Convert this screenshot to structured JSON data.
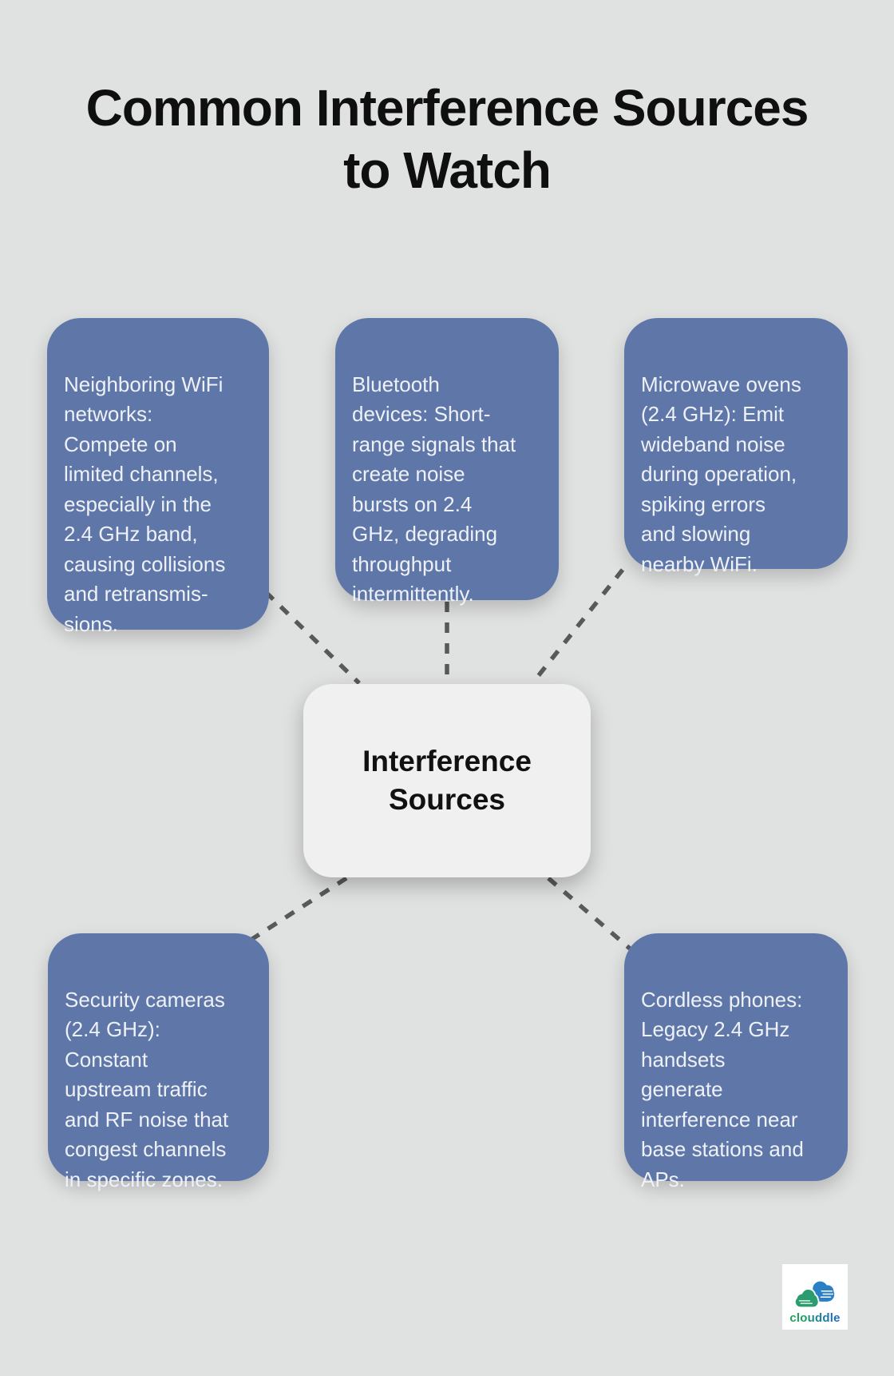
{
  "title": "Common Interference Sources\nto Watch",
  "center": {
    "label": "Interference\nSources"
  },
  "sources": [
    {
      "id": "neighboring-wifi-networks",
      "text": "Neighboring WiFi\nnetworks:\nCompete on\nlimited channels,\nespecially in the\n2.4 GHz band,\ncausing collisions\nand retransmis-\nsions."
    },
    {
      "id": "bluetooth-devices",
      "text": "Bluetooth\ndevices: Short-\nrange signals that\ncreate noise\nbursts on 2.4\nGHz, degrading\nthroughput\nintermittently."
    },
    {
      "id": "microwave-ovens",
      "text": "Microwave ovens\n(2.4 GHz): Emit\nwideband noise\nduring operation,\nspiking errors\nand slowing\nnearby WiFi."
    },
    {
      "id": "security-cameras",
      "text": "Security cameras\n(2.4 GHz):\nConstant\nupstream traffic\nand RF noise that\ncongest channels\nin specific zones."
    },
    {
      "id": "cordless-phones",
      "text": "Cordless phones:\nLegacy 2.4 GHz\nhandsets\ngenerate\ninterference near\nbase stations and\nAPs."
    }
  ],
  "logo": {
    "brand": "clouddle"
  },
  "colors": {
    "background": "#e0e1e1",
    "source_node_fill": "#5f77a8",
    "source_node_text": "#eef1f7",
    "center_node_fill": "#f0f0f1",
    "center_node_text": "#111111",
    "title_text": "#0f0f0f",
    "connector": "#58595b",
    "logo_green": "#1fa05a",
    "logo_blue": "#1b6fc0"
  }
}
